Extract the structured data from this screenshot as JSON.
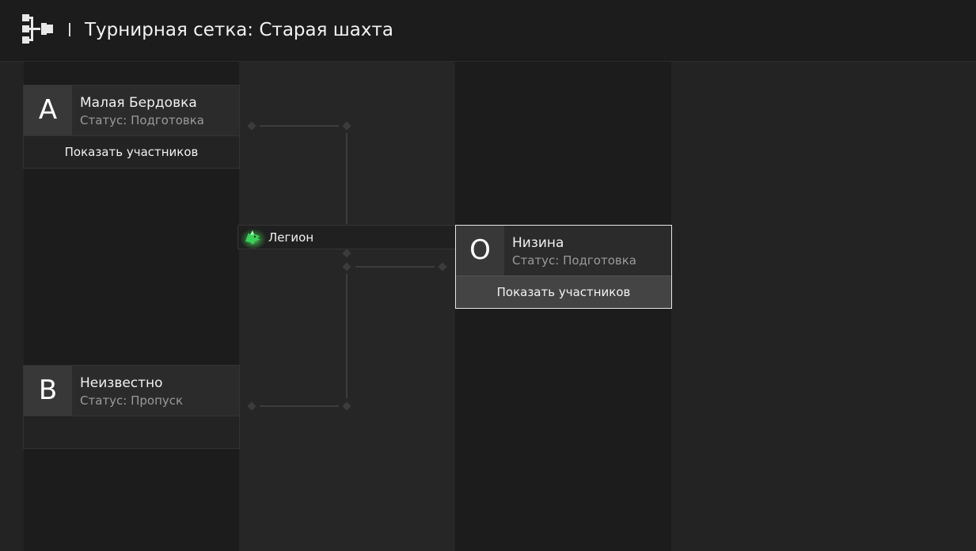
{
  "header": {
    "icon": "bracket-icon",
    "title": "Турнирная сетка: Старая шахта"
  },
  "bracket": {
    "round1": [
      {
        "letter": "A",
        "name": "Малая Бердовка",
        "status": "Статус: Подготовка",
        "action": "Показать участников"
      },
      {
        "letter": "B",
        "name": "Неизвестно",
        "status": "Статус: Пропуск",
        "action": ""
      }
    ],
    "winner": {
      "name": "Легион",
      "logo": "legion-wolf-icon"
    },
    "round2": [
      {
        "letter": "O",
        "name": "Низина",
        "status": "Статус: Подготовка",
        "action": "Показать участников"
      }
    ]
  },
  "colors": {
    "accent_green": "#3ad15a",
    "header_bg": "#1c1c1c",
    "card_border_selected": "#e6e6e6"
  }
}
